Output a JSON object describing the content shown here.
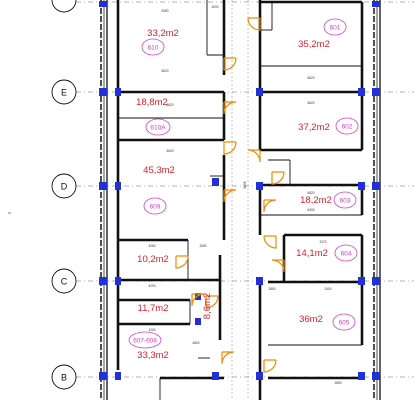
{
  "axes": [
    {
      "key": "e",
      "label": "E"
    },
    {
      "key": "d",
      "label": "D"
    },
    {
      "key": "c",
      "label": "C"
    },
    {
      "key": "b",
      "label": "B"
    }
  ],
  "rooms": [
    {
      "key": "610",
      "area": "33,2m2",
      "tag": "610"
    },
    {
      "key": "610a",
      "area": "18,8m2",
      "tag": "610A"
    },
    {
      "key": "609",
      "area": "45,3m2",
      "tag": "609"
    },
    {
      "key": "10",
      "area": "10,2m2"
    },
    {
      "key": "11",
      "area": "11,7m2"
    },
    {
      "key": "607",
      "area": "33,3m2",
      "tag": "607-608"
    },
    {
      "key": "86",
      "area": "8,6m2"
    },
    {
      "key": "601",
      "area": "35,2m2",
      "tag": "601"
    },
    {
      "key": "602",
      "area": "37,2m2",
      "tag": "602"
    },
    {
      "key": "603",
      "area": "18,2m2",
      "tag": "603"
    },
    {
      "key": "604",
      "area": "14,1m2",
      "tag": "604"
    },
    {
      "key": "605",
      "area": "36m2",
      "tag": "605"
    }
  ],
  "dimensions": {
    "d1": "5350",
    "d2": "4000",
    "d3": "6620",
    "d4": "6620",
    "d5": "6620",
    "d6": "4280",
    "d7": "2650",
    "d8": "4200",
    "d9": "4200",
    "d10": "4800",
    "d11": "6620",
    "d12": "6620",
    "d13": "6620",
    "d14": "6400",
    "d15": "3170",
    "d16": "2850",
    "d17": "2400",
    "d18": "2850",
    "d19": "6656"
  }
}
